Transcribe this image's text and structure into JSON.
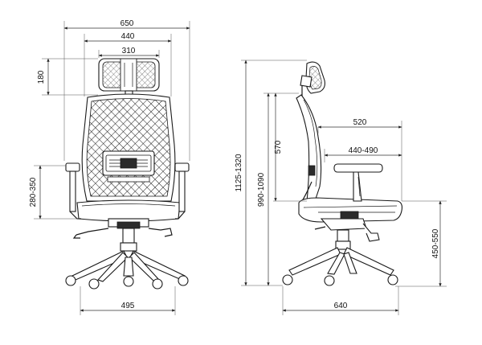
{
  "dimensions": {
    "overall_width": "650",
    "armrest_width": "440",
    "headrest_width": "310",
    "headrest_height": "180",
    "armrest_height_range": "280-350",
    "base_width": "495",
    "overall_height_range": "1125-1320",
    "backrest_height_range": "990-1090",
    "backrest_height": "570",
    "seat_depth": "520",
    "seat_depth_range": "440-490",
    "seat_height_range": "450-550",
    "base_depth": "640"
  }
}
